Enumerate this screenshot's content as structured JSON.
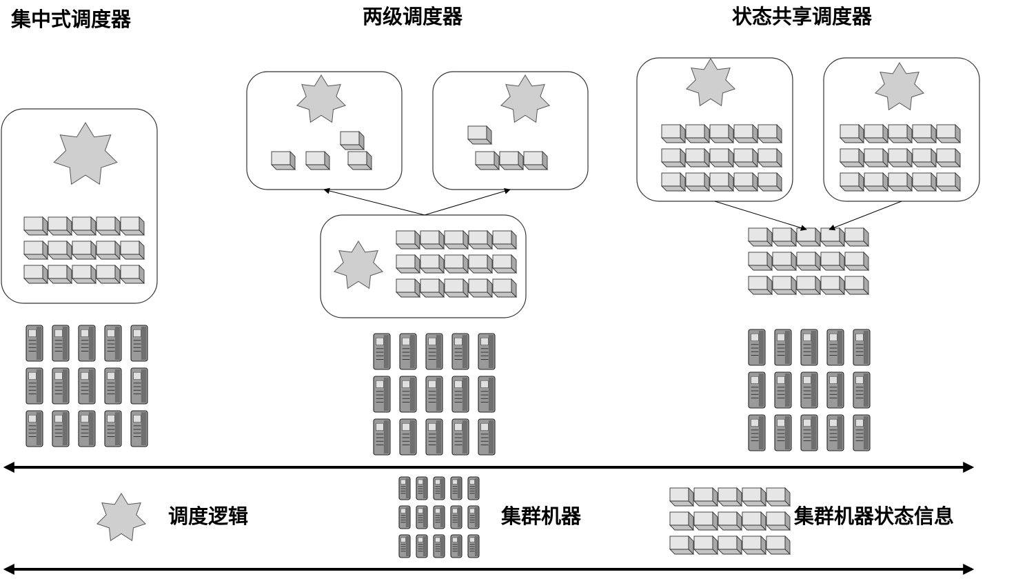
{
  "titles": {
    "centralized": "集中式调度器",
    "two_level": "两级调度器",
    "shared_state": "状态共享调度器"
  },
  "legend": {
    "scheduling_logic": "调度逻辑",
    "cluster_machines": "集群机器",
    "cluster_state_info": "集群机器状态信息"
  },
  "colors": {
    "star_fill": "#cfcfcf",
    "block_fill": "#e6e6e6",
    "server_fill": "#9a9a9a",
    "outline": "#333333",
    "axis": "#000000"
  }
}
